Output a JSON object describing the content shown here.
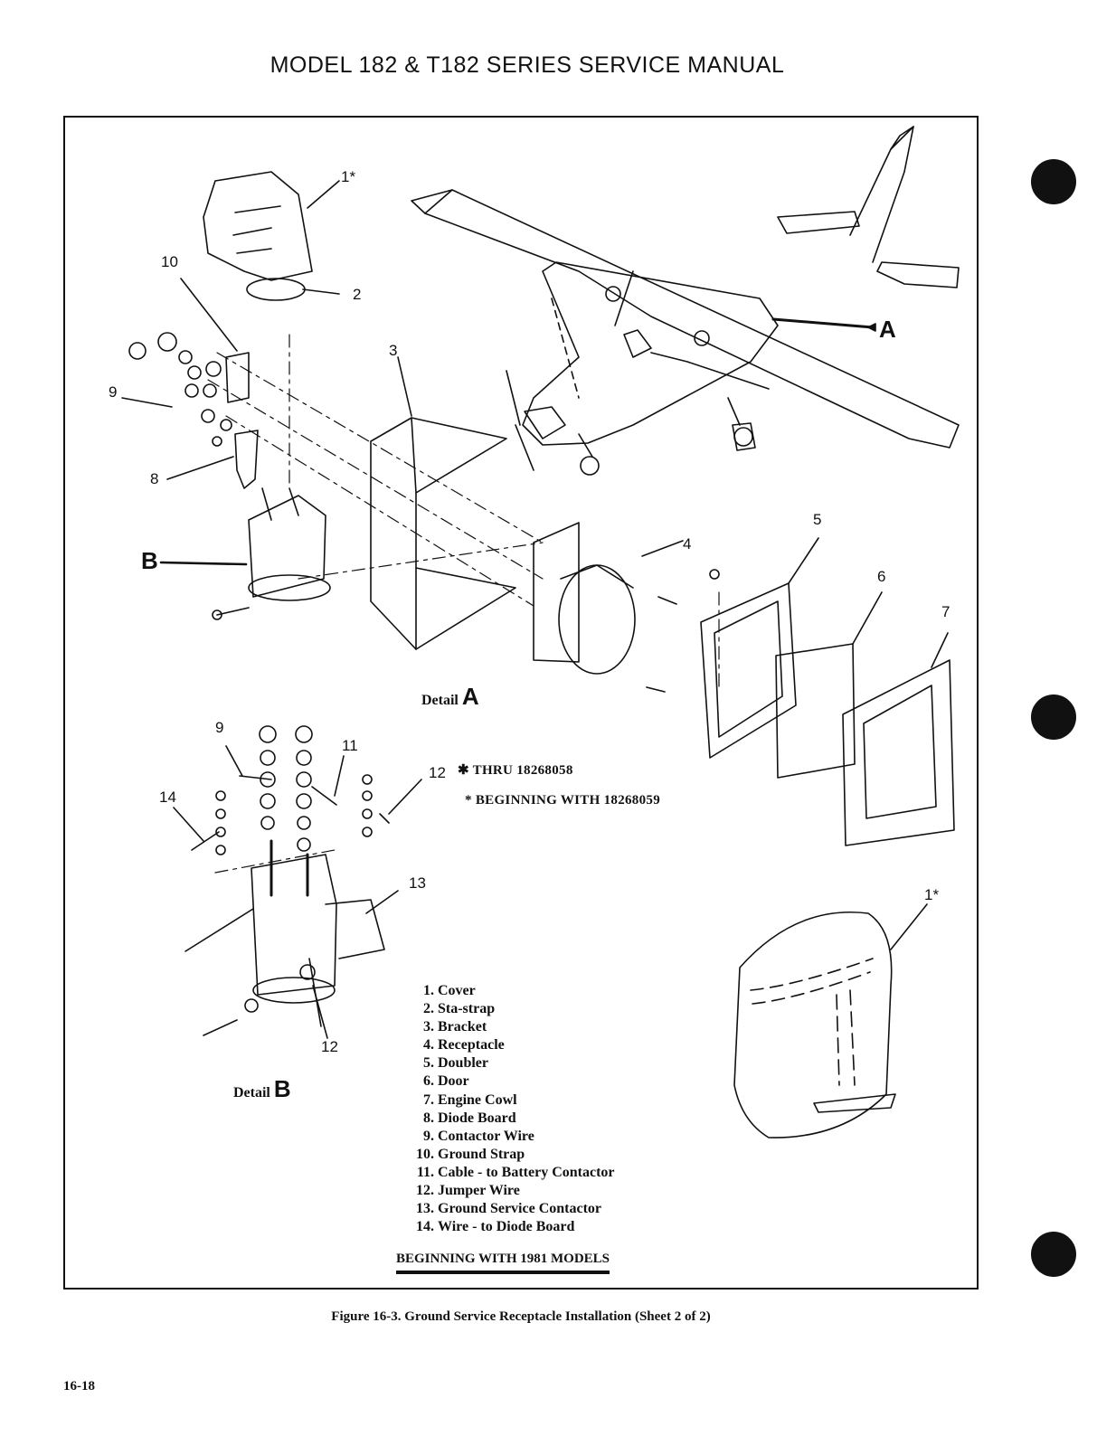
{
  "header": {
    "title": "MODEL 182 & T182 SERIES SERVICE MANUAL"
  },
  "callouts": {
    "c1": "1*",
    "c1b": "1*",
    "c2": "2",
    "c3": "3",
    "c4": "4",
    "c5": "5",
    "c6": "6",
    "c7": "7",
    "c8": "8",
    "c9": "9",
    "c9b": "9",
    "c10": "10",
    "c11": "11",
    "c12": "12",
    "c12b": "12",
    "c13": "13",
    "c14": "14",
    "detailA": "A",
    "detailB": "B"
  },
  "details": {
    "a": {
      "word": "Detail",
      "letter": "A"
    },
    "b": {
      "word": "Detail",
      "letter": "B"
    }
  },
  "notes": {
    "thru_marker": "12",
    "thru": "✱ THRU 18268058",
    "beginning": "* BEGINNING WITH 18268059"
  },
  "legend": [
    {
      "num": "1.",
      "label": "Cover"
    },
    {
      "num": "2.",
      "label": "Sta-strap"
    },
    {
      "num": "3.",
      "label": "Bracket"
    },
    {
      "num": "4.",
      "label": "Receptacle"
    },
    {
      "num": "5.",
      "label": "Doubler"
    },
    {
      "num": "6.",
      "label": "Door"
    },
    {
      "num": "7.",
      "label": "Engine Cowl"
    },
    {
      "num": "8.",
      "label": "Diode Board"
    },
    {
      "num": "9.",
      "label": "Contactor Wire"
    },
    {
      "num": "10.",
      "label": "Ground Strap"
    },
    {
      "num": "11.",
      "label": "Cable - to Battery Contactor"
    },
    {
      "num": "12.",
      "label": "Jumper Wire"
    },
    {
      "num": "13.",
      "label": "Ground Service Contactor"
    },
    {
      "num": "14.",
      "label": "Wire - to Diode Board"
    }
  ],
  "banner": "BEGINNING WITH 1981 MODELS",
  "caption": "Figure 16-3. Ground Service Receptacle Installation (Sheet 2 of 2)",
  "page_number": "16-18"
}
